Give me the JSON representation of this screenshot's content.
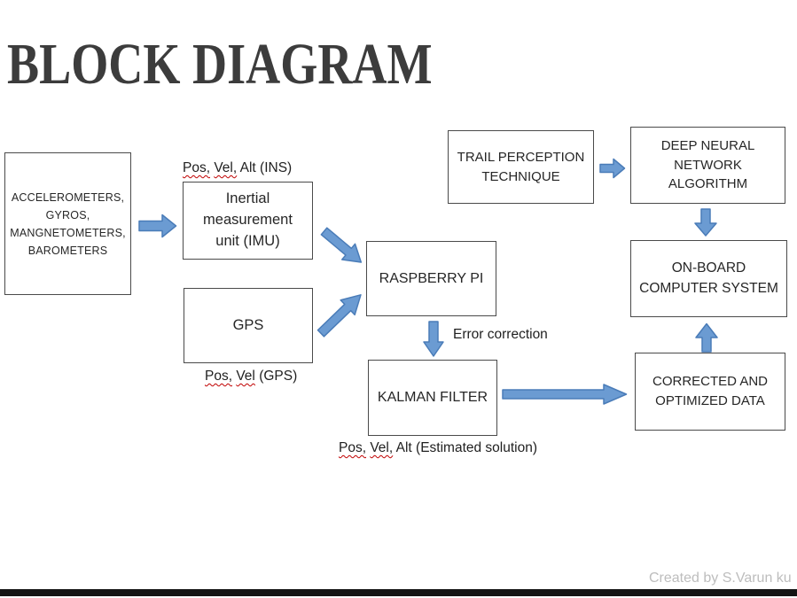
{
  "title": "BLOCK DIAGRAM",
  "colors": {
    "arrow_fill": "#6B9BD2",
    "arrow_stroke": "#4A7CB8",
    "box_border": "#4A4A4A",
    "title": "#3C3C3C",
    "credit": "#BDBDBD",
    "misspell_underline": "#C00000"
  },
  "boxes": {
    "sensors": "ACCELEROMETERS,\nGYROS,\nMANGNETOMETERS,\nBAROMETERS",
    "imu": "Inertial\nmeasurement\nunit (IMU)",
    "gps": "GPS",
    "raspberry_pi": "RASPBERRY PI",
    "kalman": "KALMAN FILTER",
    "trail": "TRAIL PERCEPTION\nTECHNIQUE",
    "dnn": "DEEP NEURAL\nNETWORK\nALGORITHM",
    "onboard": "ON-BOARD\nCOMPUTER SYSTEM",
    "corrected": "CORRECTED AND\nOPTIMIZED DATA"
  },
  "labels": {
    "ins": {
      "w1": "Pos,",
      "w2": "Vel,",
      "rest": "Alt (INS)"
    },
    "gps_out": {
      "w1": "Pos,",
      "w2": "Vel",
      "rest": "(GPS)"
    },
    "error_correction": "Error correction",
    "estimated": {
      "w1": "Pos,",
      "w2": "Vel,",
      "rest": "Alt (Estimated solution)"
    },
    "credit": "Created by S.Varun ku"
  },
  "arrows": [
    {
      "name": "sensors-to-imu",
      "direction": "right"
    },
    {
      "name": "imu-to-raspberry-pi",
      "direction": "down-right"
    },
    {
      "name": "gps-to-raspberry-pi",
      "direction": "up-right"
    },
    {
      "name": "raspberry-pi-to-kalman-filter",
      "direction": "down"
    },
    {
      "name": "kalman-filter-to-corrected-data",
      "direction": "right"
    },
    {
      "name": "trail-perception-to-dnn",
      "direction": "right"
    },
    {
      "name": "dnn-to-onboard-computer",
      "direction": "down"
    },
    {
      "name": "corrected-data-to-onboard-computer",
      "direction": "up"
    }
  ]
}
